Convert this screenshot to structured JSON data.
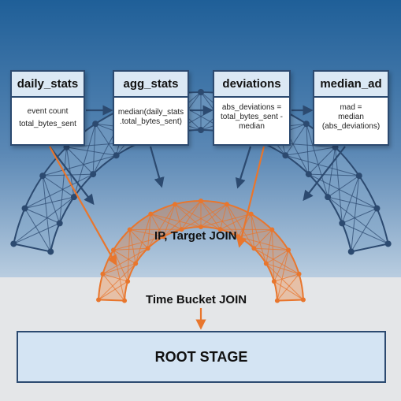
{
  "boxes": [
    {
      "title": "daily_stats",
      "lines": [
        "event count",
        "total_bytes_sent"
      ]
    },
    {
      "title": "agg_stats",
      "lines": [
        "median(daily_stats",
        ".total_bytes_sent)"
      ]
    },
    {
      "title": "deviations",
      "lines": [
        "abs_deviations =",
        "total_bytes_sent -",
        "median"
      ]
    },
    {
      "title": "median_ad",
      "lines": [
        "mad =",
        "median",
        "(abs_deviations)"
      ]
    }
  ],
  "joins": {
    "outer_label": "IP, Target JOIN",
    "inner_label": "Time Bucket JOIN"
  },
  "root": {
    "label": "ROOT STAGE"
  },
  "colors": {
    "navy": "#2c4a70",
    "orange": "#e8762d",
    "sky_top": "#1f5f98",
    "sky_bottom": "#b9cde0",
    "floor": "#e4e6e8",
    "box_header": "#dbe8f4"
  }
}
